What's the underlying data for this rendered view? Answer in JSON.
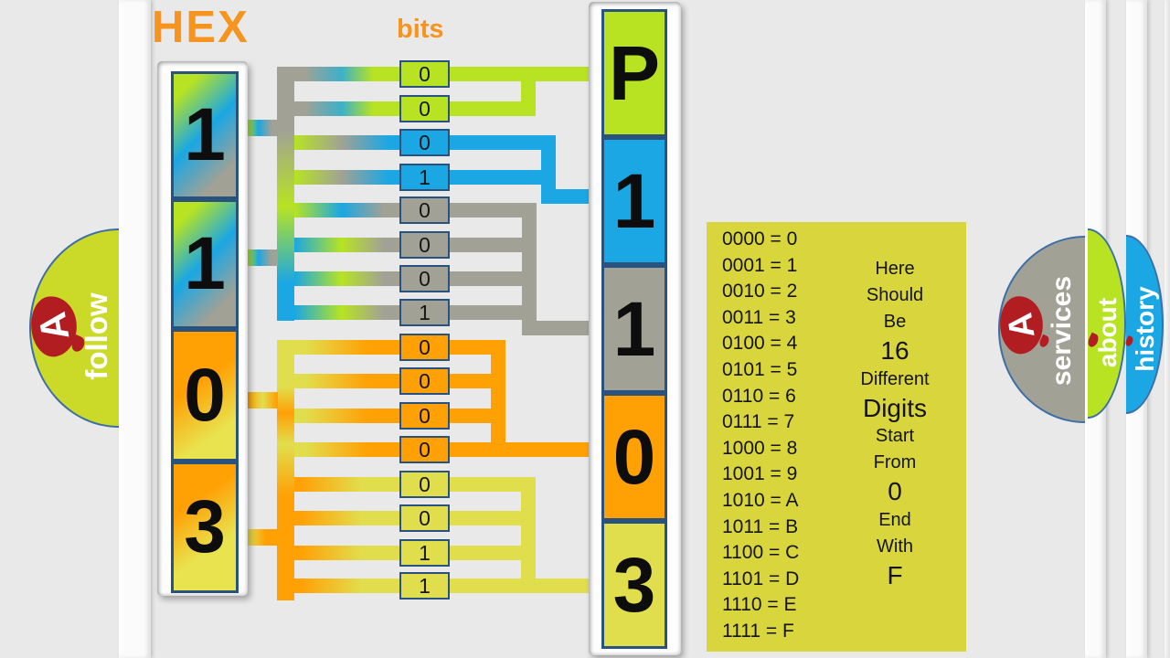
{
  "title": "HEX",
  "bits_label": "bits",
  "hex_column": {
    "digits": [
      "1",
      "1",
      "0",
      "3"
    ]
  },
  "bits_column": {
    "values": [
      "0",
      "0",
      "0",
      "1",
      "0",
      "0",
      "0",
      "1",
      "0",
      "0",
      "0",
      "0",
      "0",
      "0",
      "1",
      "1"
    ]
  },
  "result_column": {
    "digits": [
      "P",
      "1",
      "1",
      "0",
      "3"
    ]
  },
  "legend_table": {
    "rows": [
      "0000 = 0",
      "0001 = 1",
      "0010 = 2",
      "0011 = 3",
      "0100 = 4",
      "0101 = 5",
      "0110 = 6",
      "0111 = 7",
      "1000 = 8",
      "1001 = 9",
      "1010 = A",
      "1011 = B",
      "1100 = C",
      "1101 = D",
      "1110 = E",
      "1111 = F"
    ],
    "note_lines": [
      {
        "text": "Here",
        "large": false
      },
      {
        "text": "Should",
        "large": false
      },
      {
        "text": "Be",
        "large": false
      },
      {
        "text": "16",
        "large": true
      },
      {
        "text": "Different",
        "large": false
      },
      {
        "text": "Digits",
        "large": true
      },
      {
        "text": "Start",
        "large": false
      },
      {
        "text": "From",
        "large": false
      },
      {
        "text": "0",
        "large": true
      },
      {
        "text": "End",
        "large": false
      },
      {
        "text": "With",
        "large": false
      },
      {
        "text": "F",
        "large": true
      }
    ]
  },
  "left_badge": {
    "logo": "A",
    "label": "follow"
  },
  "right_badges": [
    {
      "logo": "A",
      "label": "services"
    },
    {
      "label": "about"
    },
    {
      "label": "history"
    }
  ],
  "colors": {
    "lime": "#b7e322",
    "blue": "#1aa7e3",
    "gray": "#a1a295",
    "orange": "#ffa005",
    "yellow": "#e1de4e",
    "title_orange": "#f7941d",
    "border_navy": "#29527e",
    "table_bg": "#d9d53c",
    "badge_lime": "#cbda28",
    "logo_red": "#b21d22",
    "background": "#e9e9e9"
  }
}
